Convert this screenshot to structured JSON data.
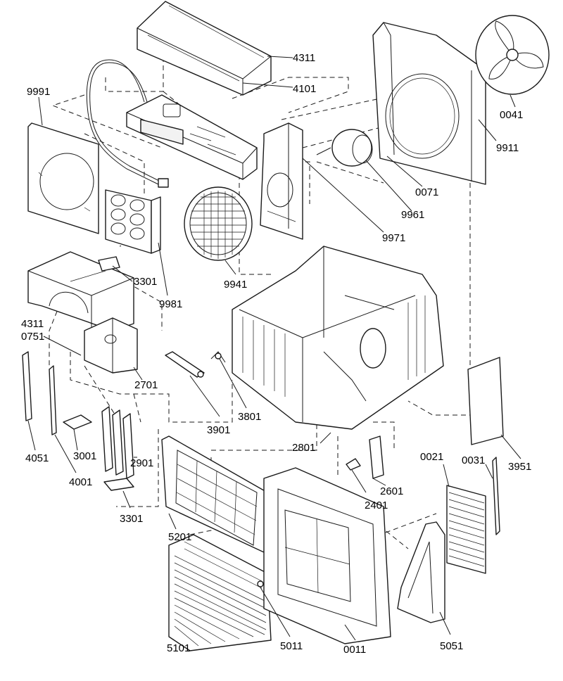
{
  "parts": [
    {
      "id": "p4311a",
      "label": "4311"
    },
    {
      "id": "p4101",
      "label": "4101"
    },
    {
      "id": "p9991",
      "label": "9991"
    },
    {
      "id": "p0041",
      "label": "0041"
    },
    {
      "id": "p9911",
      "label": "9911"
    },
    {
      "id": "p0071",
      "label": "0071"
    },
    {
      "id": "p9961",
      "label": "9961"
    },
    {
      "id": "p9971",
      "label": "9971"
    },
    {
      "id": "p3301a",
      "label": "3301"
    },
    {
      "id": "p9941",
      "label": "9941"
    },
    {
      "id": "p9981",
      "label": "9981"
    },
    {
      "id": "p4311b",
      "label": "4311"
    },
    {
      "id": "p0751",
      "label": "0751"
    },
    {
      "id": "p2701",
      "label": "2701"
    },
    {
      "id": "p3801",
      "label": "3801"
    },
    {
      "id": "p3901",
      "label": "3901"
    },
    {
      "id": "p4051",
      "label": "4051"
    },
    {
      "id": "p3001",
      "label": "3001"
    },
    {
      "id": "p2901",
      "label": "2901"
    },
    {
      "id": "p4001",
      "label": "4001"
    },
    {
      "id": "p2801",
      "label": "2801"
    },
    {
      "id": "p3951",
      "label": "3951"
    },
    {
      "id": "p0021",
      "label": "0021"
    },
    {
      "id": "p0031",
      "label": "0031"
    },
    {
      "id": "p2601",
      "label": "2601"
    },
    {
      "id": "p2401",
      "label": "2401"
    },
    {
      "id": "p3301b",
      "label": "3301"
    },
    {
      "id": "p5201",
      "label": "5201"
    },
    {
      "id": "p5101",
      "label": "5101"
    },
    {
      "id": "p5011",
      "label": "5011"
    },
    {
      "id": "p0011",
      "label": "0011"
    },
    {
      "id": "p5051",
      "label": "5051"
    }
  ]
}
